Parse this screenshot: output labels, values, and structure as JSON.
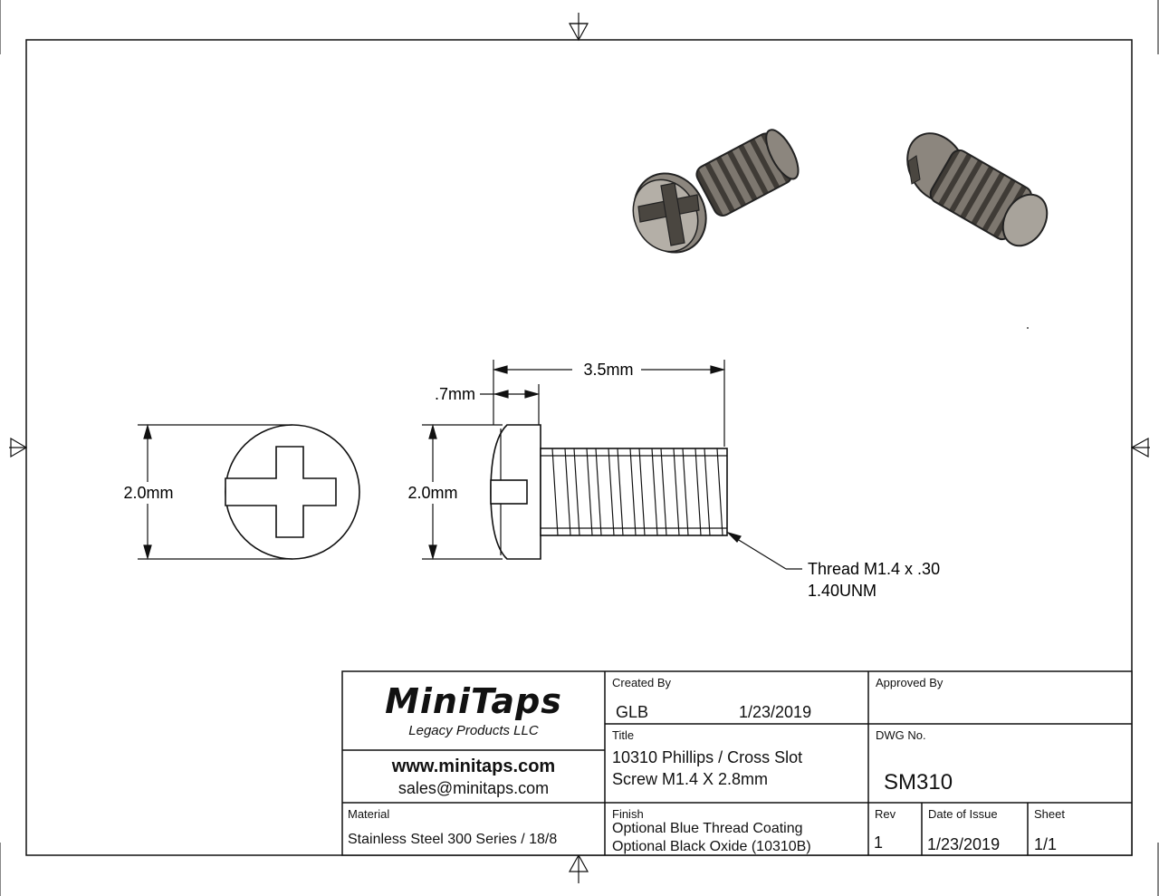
{
  "dimensions": {
    "head_diameter_front": "2.0mm",
    "head_diameter_side": "2.0mm",
    "head_height": ".7mm",
    "overall_length": "3.5mm",
    "thread_callout_line1": "Thread M1.4 x .30",
    "thread_callout_line2": "1.40UNM"
  },
  "title_block": {
    "company": "MiniTaps",
    "company_subtitle": "Legacy Products LLC",
    "website": "www.minitaps.com",
    "email": "sales@minitaps.com",
    "created_by_label": "Created By",
    "created_by": "GLB",
    "created_date": "1/23/2019",
    "approved_by_label": "Approved By",
    "title_label": "Title",
    "title_line1": "10310 Phillips / Cross Slot",
    "title_line2": "Screw M1.4 X 2.8mm",
    "dwg_label": "DWG No.",
    "dwg_no": "SM310",
    "material_label": "Material",
    "material": "Stainless Steel 300 Series / 18/8",
    "finish_label": "Finish",
    "finish_line1": "Optional Blue Thread Coating",
    "finish_line2": "Optional Black Oxide (10310B)",
    "rev_label": "Rev",
    "rev": "1",
    "issue_label": "Date of Issue",
    "issue_date": "1/23/2019",
    "sheet_label": "Sheet",
    "sheet": "1/1"
  },
  "colors": {
    "line": "#111111",
    "metal_dark": "#55504a",
    "metal_mid": "#8c867e",
    "metal_light": "#bdb8b0"
  }
}
